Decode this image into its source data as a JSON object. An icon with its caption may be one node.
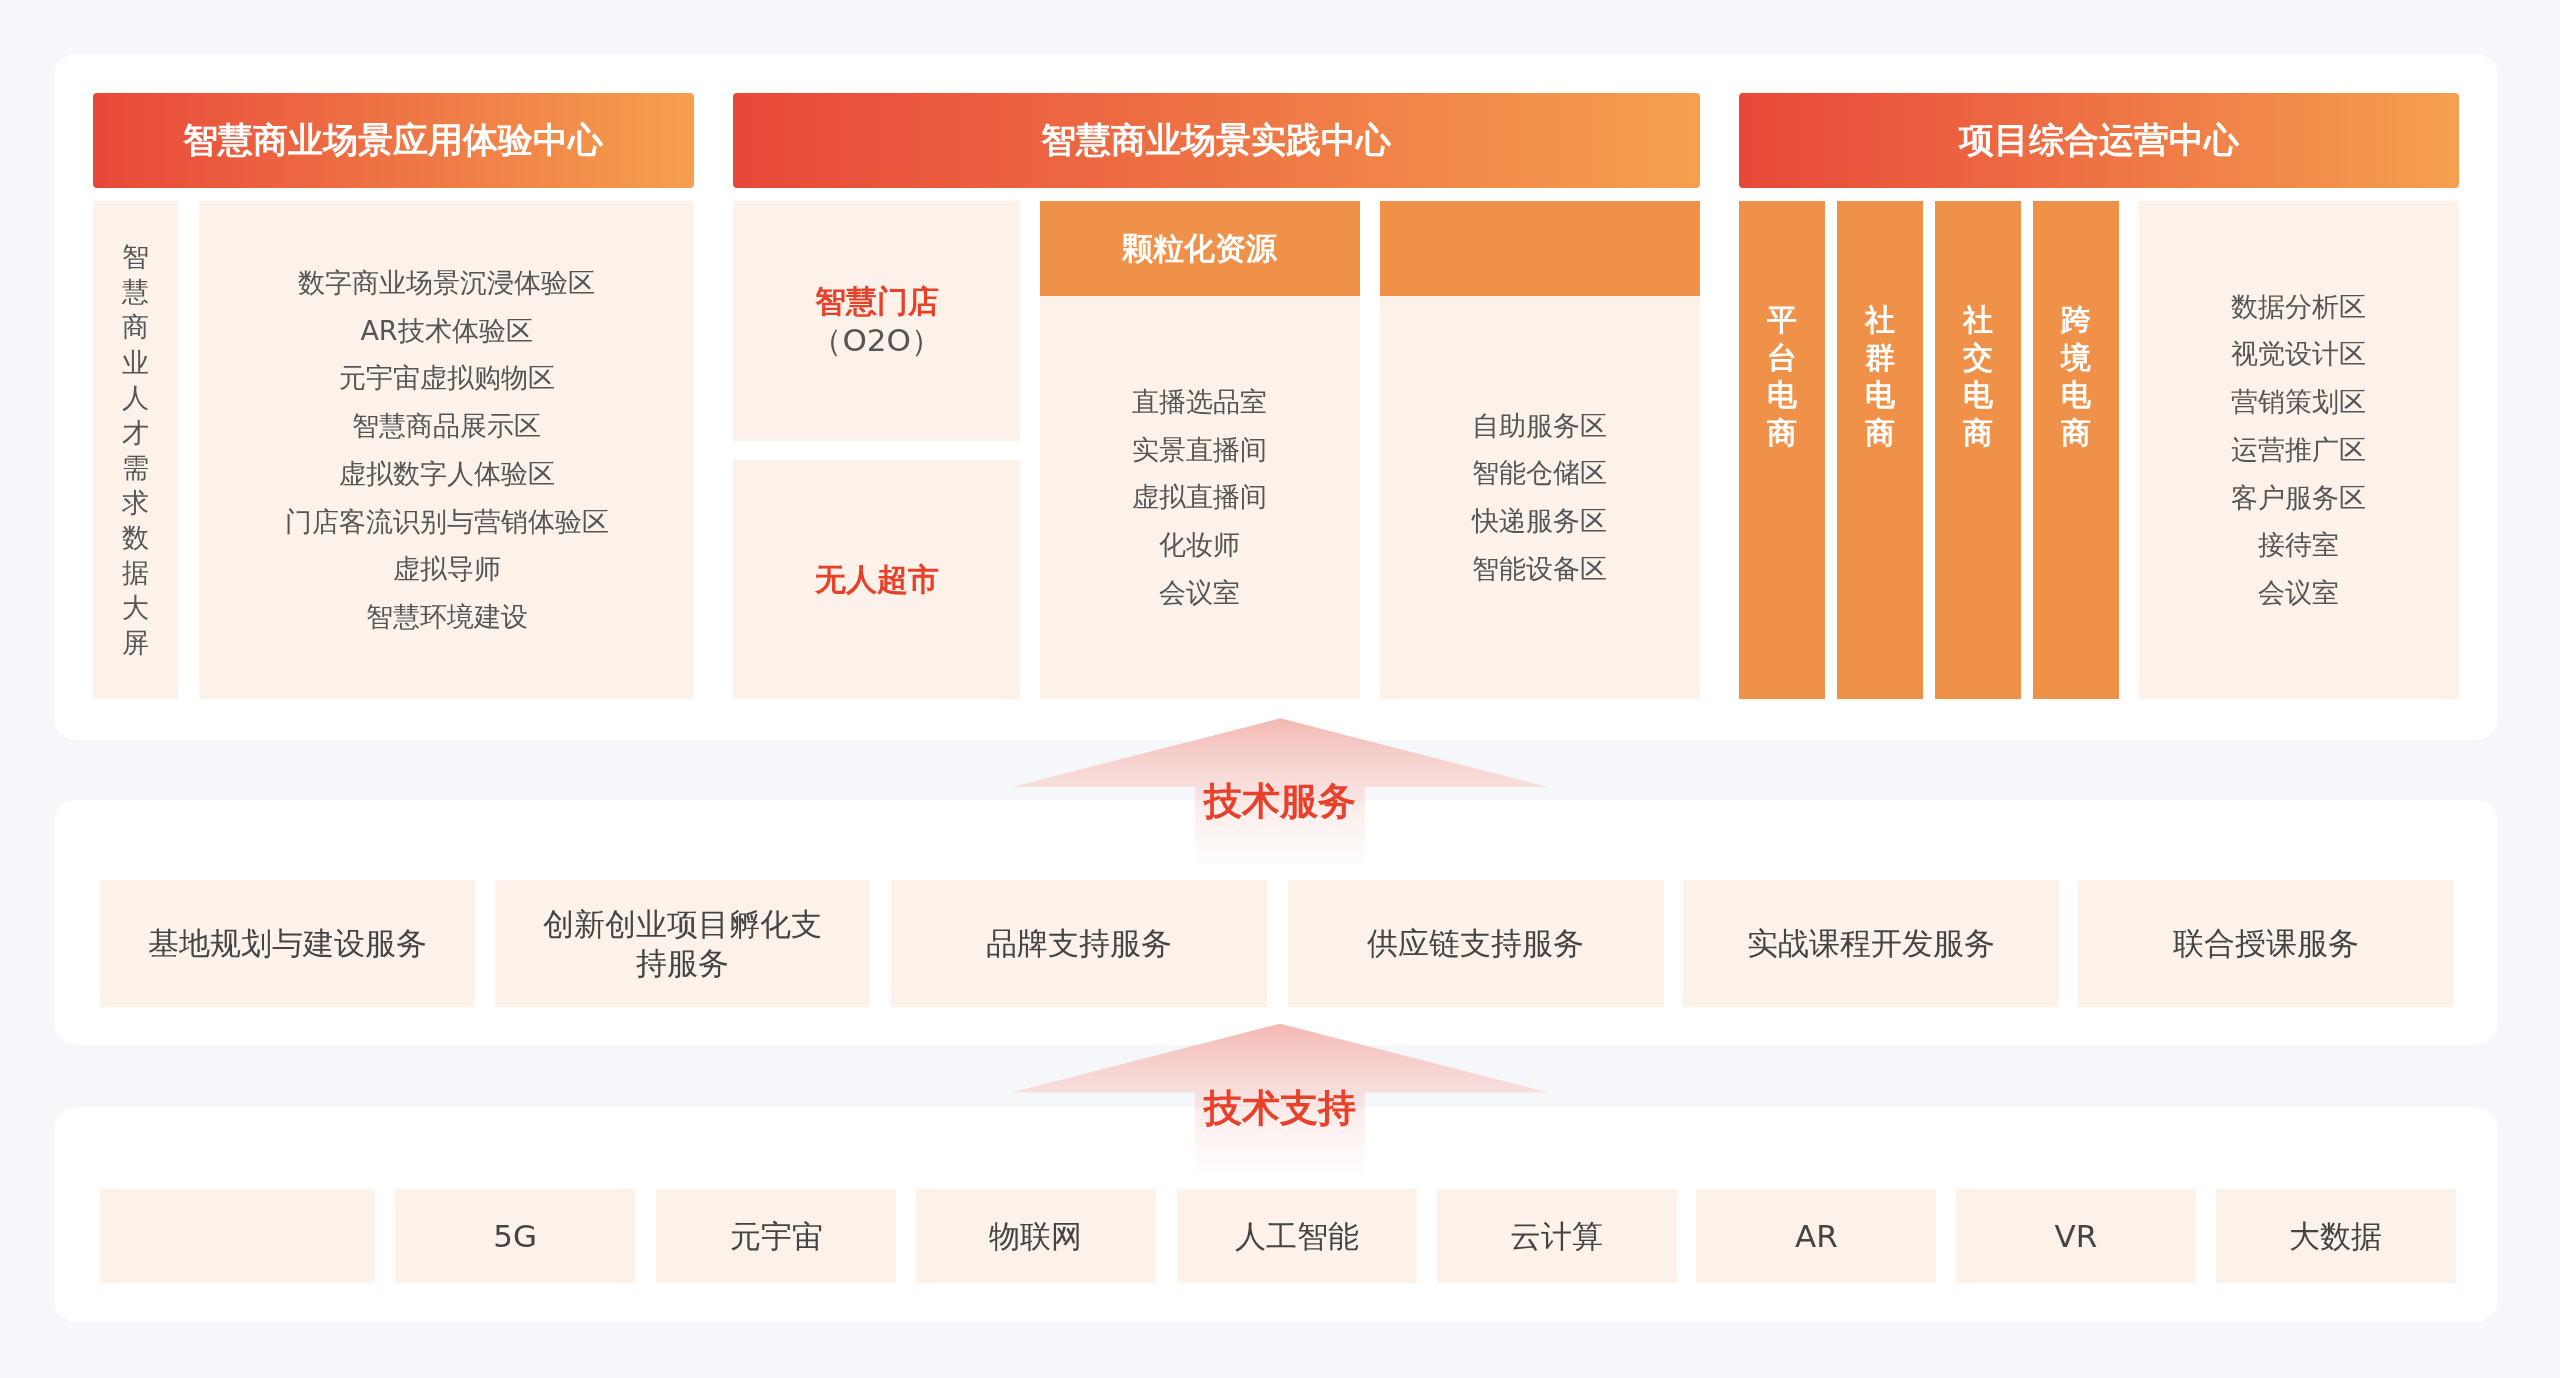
{
  "diagram": {
    "nodes": [
      {
        "text": [],
        "shape": "box"
      },
      {
        "text": [
          "智慧商业场景应用体验中心"
        ],
        "in": 0
      },
      {
        "text": [
          "智慧商业人才需求数据大屏"
        ],
        "in": 0
      },
      {
        "text": [
          "数字商业场景沉浸体验区",
          "AR技术体验区",
          "元宇宙虚拟购物区",
          "智慧商品展示区",
          "虚拟数字人体验区",
          "门店客流识别与营销体验区",
          "虚拟导师",
          "智慧环境建设"
        ],
        "in": 0
      },
      {
        "text": [
          "智慧商业场景实践中心"
        ],
        "in": 0
      },
      {
        "text": [
          "智慧门店",
          "（O2O）"
        ],
        "in": 0
      },
      {
        "text": [
          "无人超市"
        ],
        "in": 0
      },
      {
        "text": [
          "颗粒化资源",
          "直播选品室",
          "实景直播间",
          "虚拟直播间",
          "化妆师",
          "会议室"
        ],
        "in": 0
      },
      {
        "text": [
          "自助服务区",
          "智能仓储区",
          "快递服务区",
          "智能设备区"
        ],
        "in": 0
      },
      {
        "text": [
          "项目综合运营中心"
        ],
        "in": 0
      },
      {
        "text": [
          "平台电商"
        ],
        "in": 0
      },
      {
        "text": [
          "社群电商"
        ],
        "in": 0
      },
      {
        "text": [
          "社交电商"
        ],
        "in": 0
      },
      {
        "text": [
          "跨境电商"
        ],
        "in": 0
      },
      {
        "text": [
          "数据分析区",
          "视觉设计区",
          "营销策划区",
          "运营推广区",
          "客户服务区",
          "接待室",
          "会议室"
        ],
        "in": 0
      },
      {
        "text": [],
        "shape": "box"
      },
      {
        "text": [
          "基地规划与建设服务"
        ],
        "in": 15
      },
      {
        "text": [
          "创新创业项目孵化支持服务"
        ],
        "in": 15
      },
      {
        "text": [
          "品牌支持服务"
        ],
        "in": 15
      },
      {
        "text": [
          "供应链支持服务"
        ],
        "in": 15
      },
      {
        "text": [
          "实战课程开发服务"
        ],
        "in": 15
      },
      {
        "text": [
          "联合授课服务"
        ],
        "in": 15
      },
      {
        "text": [],
        "shape": "box"
      },
      {
        "text": [],
        "shape": "box",
        "in": 22
      },
      {
        "text": [
          "5G"
        ],
        "in": 22
      },
      {
        "text": [
          "元宇宙"
        ],
        "in": 22
      },
      {
        "text": [
          "物联网"
        ],
        "in": 22
      },
      {
        "text": [
          "人工智能"
        ],
        "in": 22
      },
      {
        "text": [
          "云计算"
        ],
        "in": 22
      },
      {
        "text": [
          "AR"
        ],
        "in": 22
      },
      {
        "text": [
          "VR"
        ],
        "in": 22
      },
      {
        "text": [
          "大数据"
        ],
        "in": 22
      }
    ],
    "edges": [
      {
        "from": 15,
        "to": 0,
        "arrow": "to",
        "label": "技术服务"
      },
      {
        "from": 22,
        "to": 15,
        "arrow": "to",
        "label": "技术支持"
      }
    ]
  }
}
